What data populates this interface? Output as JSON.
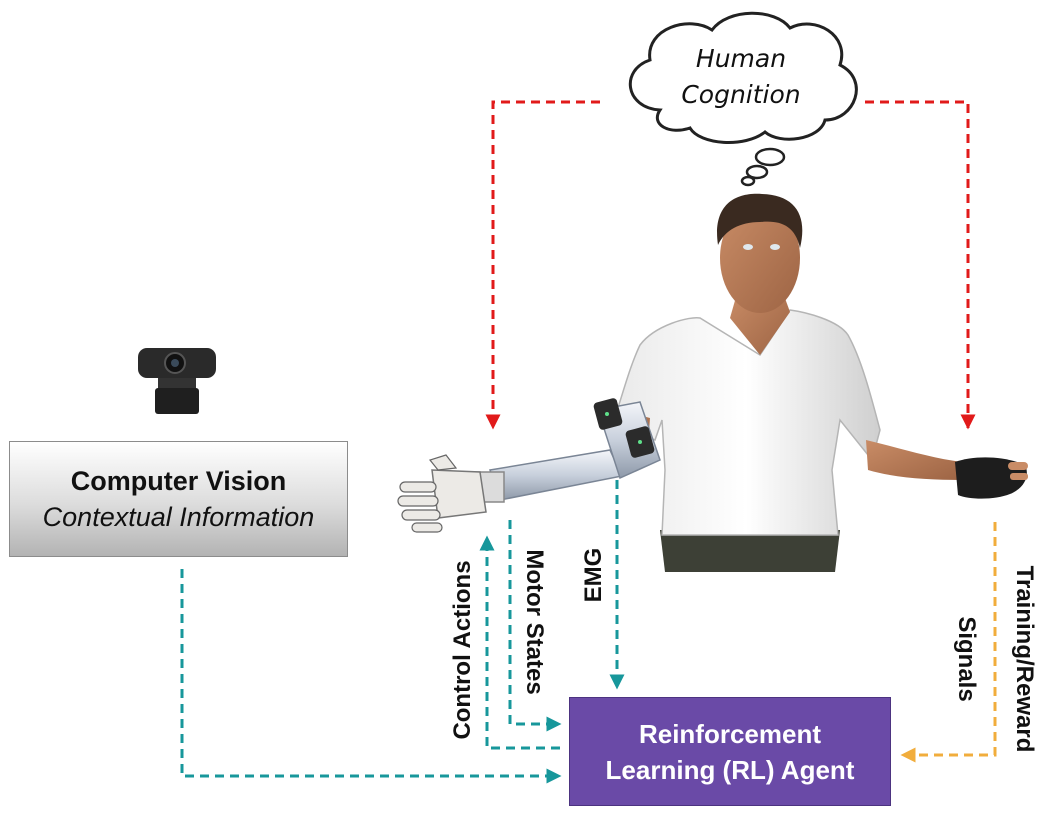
{
  "cloud": {
    "line1": "Human",
    "line2": "Cognition"
  },
  "computer_vision": {
    "title": "Computer Vision",
    "subtitle": "Contextual Information"
  },
  "agent": {
    "line1": "Reinforcement",
    "line2": "Learning (RL) Agent"
  },
  "labels": {
    "control_actions": "Control Actions",
    "motor_states": "Motor States",
    "emg": "EMG",
    "training_line1": "Training/Reward",
    "training_line2": "Signals"
  },
  "colors": {
    "cognition_arrow": "#e11a1a",
    "signal_arrow": "#17979b",
    "reward_arrow": "#f1ad3c",
    "agent_box": "#6a4aa7"
  },
  "icons": [
    "webcam-icon",
    "human-figure",
    "prosthetic-arm",
    "glove-icon",
    "thought-cloud"
  ]
}
